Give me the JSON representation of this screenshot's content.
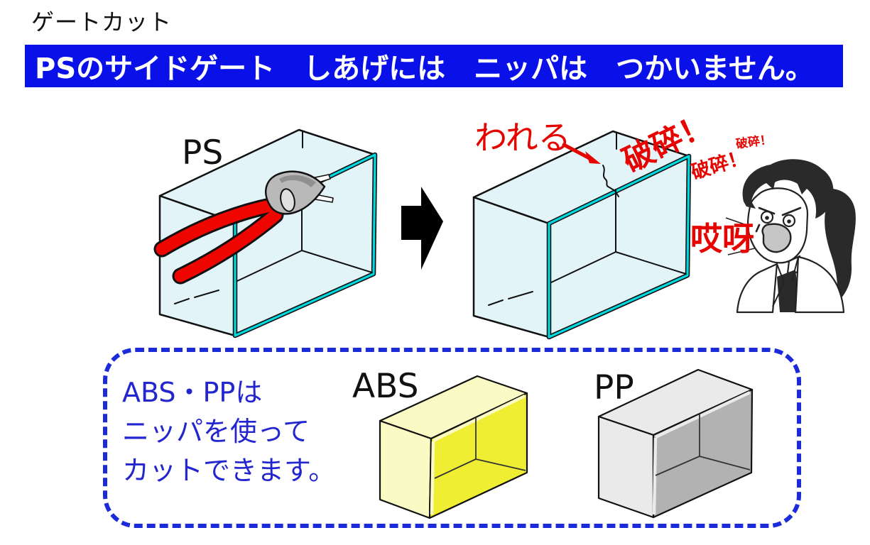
{
  "title": "ゲートカット",
  "banner": {
    "text": "PSのサイドゲート　しあげには　ニッパは　つかいません。"
  },
  "diagram": {
    "ps_label": "PS",
    "crack_label": "われる",
    "shatter_big": "破碎！",
    "shatter_mid": "破碎！",
    "shatter_small": "破碎！",
    "exclaim_label": "哎呀"
  },
  "note": {
    "line1": "ABS・PPは",
    "line2": "ニッパを使って",
    "line3": "カットできます。",
    "abs_label": "ABS",
    "pp_label": "PP"
  },
  "colors": {
    "title_fg": "#111111",
    "banner_bg": "#0a10e8",
    "banner_fg": "#ffffff",
    "note_blue": "#2326cf",
    "border_blue": "#1c2bd9",
    "alert_red": "#e60400",
    "nipper_red": "#ee0500",
    "box_fill": "#e2f4f8",
    "box_rim": "#00d9e0",
    "abs_fill": "#fafac4",
    "abs_inner": "#f0ee33",
    "pp_fill": "#eaeaea",
    "pp_inner": "#b2b2b2",
    "steel_gray": "#b9b9b9",
    "mouth_gray": "#c6c6c6"
  }
}
